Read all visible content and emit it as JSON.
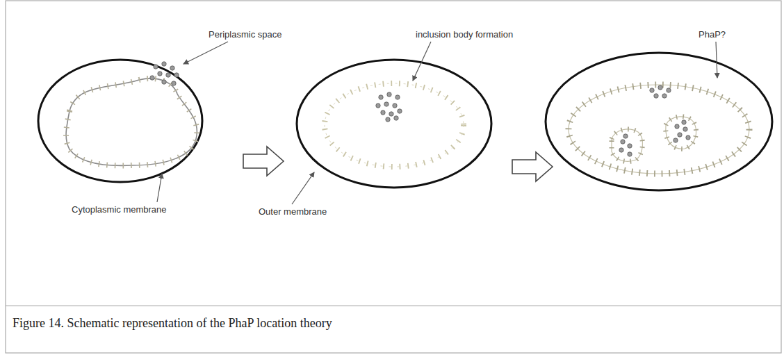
{
  "diagram": {
    "caption": "Figure 14. Schematic representation of the PhaP location theory",
    "labels": [
      "Periplasmic space",
      "inclusion body formation",
      "PhaP?",
      "Cytoplasmic membrane",
      "Outer membrane"
    ]
  }
}
